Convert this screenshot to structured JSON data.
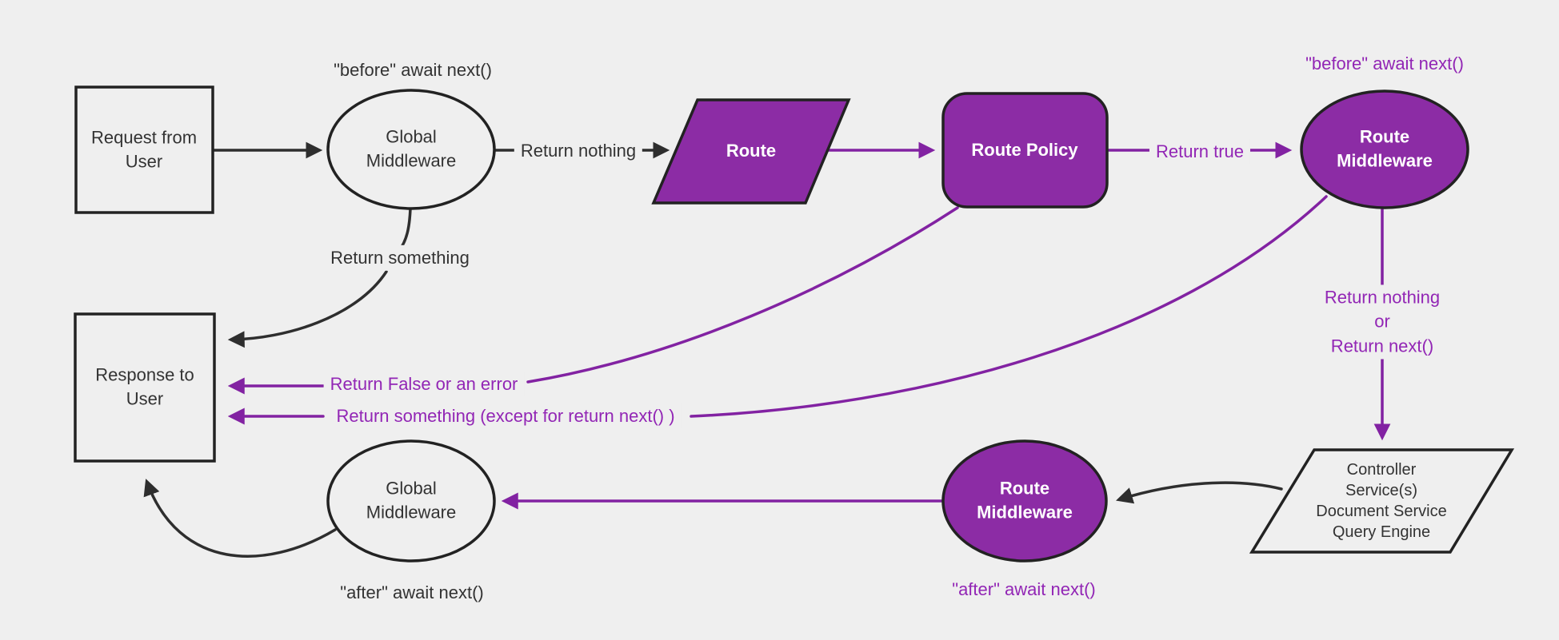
{
  "colors": {
    "background": "#efefef",
    "node_fill": "#efefef",
    "shape_stroke": "#222222",
    "dark_line": "#2e2e2e",
    "text_dark": "#333333",
    "purple_fill": "#8c2ca5",
    "purple_line": "#8222a2",
    "purple_text": "#9226b5",
    "white": "#ffffff"
  },
  "nodes": {
    "request": {
      "label": "Request from\nUser"
    },
    "global_mw_top": {
      "label": "Global\nMiddleware"
    },
    "route": {
      "label": "Route"
    },
    "route_policy": {
      "label": "Route Policy"
    },
    "route_mw_top": {
      "label": "Route\nMiddleware"
    },
    "services": {
      "label": "Controller\nService(s)\nDocument Service\nQuery Engine"
    },
    "route_mw_bottom": {
      "label": "Route\nMiddleware"
    },
    "global_mw_bottom": {
      "label": "Global\nMiddleware"
    },
    "response": {
      "label": "Response to\nUser"
    }
  },
  "edge_labels": {
    "before_top": "\"before\" await next()",
    "return_nothing": "Return nothing",
    "return_true": "Return true",
    "before_right": "\"before\" await next()",
    "return_nothing_or_next": "Return nothing\nor\nReturn next()",
    "return_something": "Return something",
    "return_false_or_error": "Return False or an error",
    "return_something_except": "Return something (except for return next() )",
    "after_right": "\"after\" await next()",
    "after_left": "\"after\" await next()"
  }
}
